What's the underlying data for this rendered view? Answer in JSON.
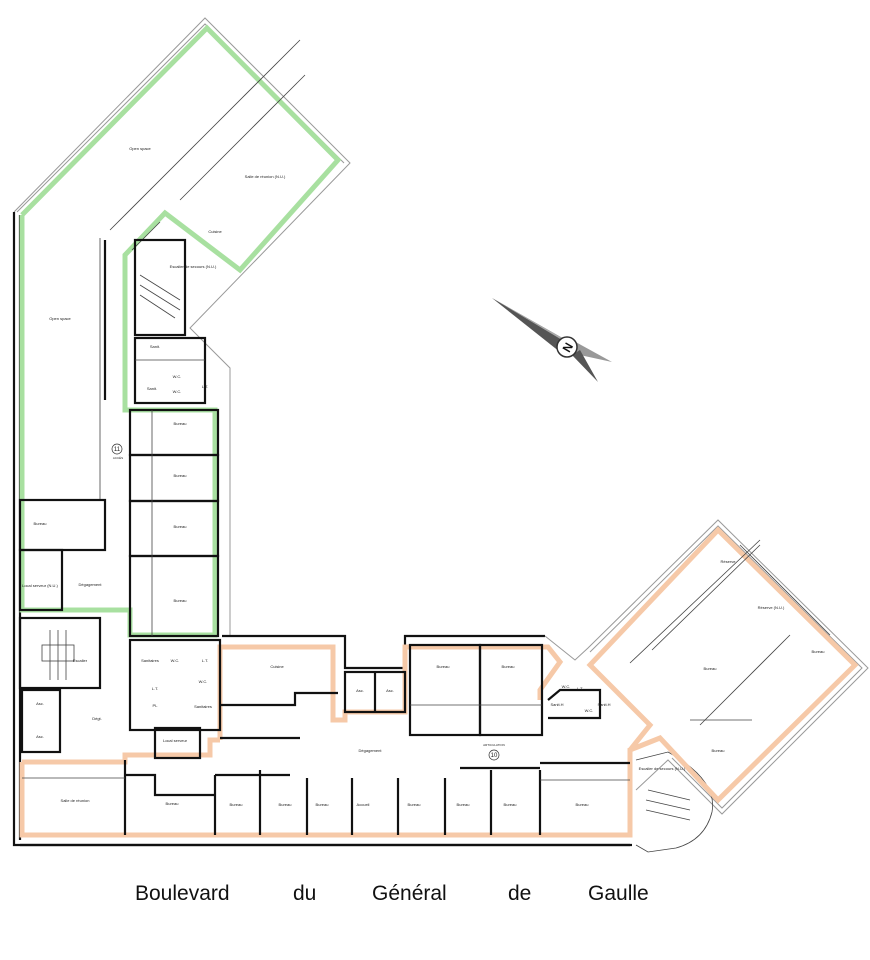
{
  "plan": {
    "zone_colors": {
      "floor_11": "#a8e0a0",
      "floor_10": "#f6c9a8"
    },
    "markers": [
      {
        "number": "11",
        "caption": "ACCÈS"
      },
      {
        "number": "10",
        "caption": "ARTICULATION"
      }
    ],
    "compass": {
      "icon": "north-arrow-icon",
      "letter": "N"
    },
    "rooms": [
      "Open space",
      "Open space",
      "Salle de réunion (N.U.)",
      "Cuisine",
      "Escalier de secours (N.U.)",
      "Sanit.",
      "Sanit.",
      "W.C.",
      "W.C.",
      "L.T.",
      "Bureau",
      "Bureau",
      "Bureau",
      "Bureau",
      "Bureau",
      "Local serveur (N.U.)",
      "Dégagement",
      "Escalier",
      "Asc.",
      "Asc.",
      "Dégt.",
      "Sanitaires",
      "W.C.",
      "L.T.",
      "W.C.",
      "L.T.",
      "PL",
      "Sanitaires",
      "Local serveur",
      "Cuisine",
      "Asc.",
      "Asc.",
      "Dégagement",
      "Bureau",
      "Bureau",
      "Sanit.H",
      "W.C.",
      "L.T.",
      "W.C.",
      "Sanit.H",
      "Salle de réunion",
      "Bureau",
      "Bureau",
      "Bureau",
      "Bureau",
      "Accueil",
      "Bureau",
      "Bureau",
      "Bureau",
      "Bureau",
      "Réserve",
      "Réserve (N.U.)",
      "Bureau",
      "Bureau",
      "Bureau",
      "Escalier de secours (N.U.)"
    ]
  },
  "street": {
    "words": [
      "Boulevard",
      "du",
      "Général",
      "de",
      "Gaulle"
    ]
  }
}
